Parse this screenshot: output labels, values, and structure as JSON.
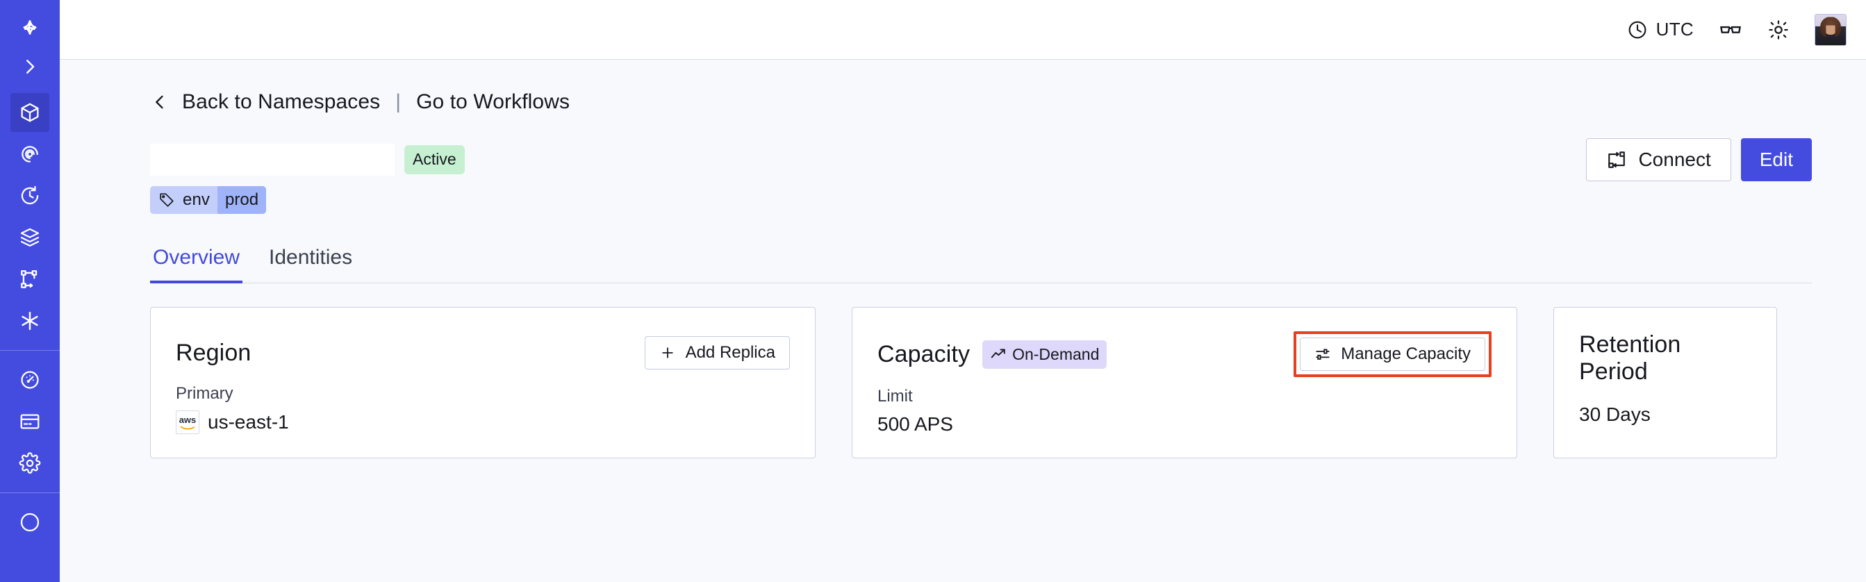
{
  "sidebar": {
    "logo_name": "temporal-logo",
    "items": [
      {
        "name": "expand-chevron-icon",
        "label": "Expand navigation",
        "active": false
      },
      {
        "name": "namespaces-cube-icon",
        "label": "Namespaces",
        "active": true
      },
      {
        "name": "nexus-icon",
        "label": "Nexus",
        "active": false
      },
      {
        "name": "schedules-clock-icon",
        "label": "Schedules",
        "active": false
      },
      {
        "name": "worker-deployments-layers-icon",
        "label": "Worker Deployments",
        "active": false
      },
      {
        "name": "workflows-branch-icon",
        "label": "Workflows",
        "active": false
      },
      {
        "name": "integrations-asterisk-icon",
        "label": "Integrations",
        "active": false
      },
      {
        "name": "usage-gauge-icon",
        "label": "Usage",
        "active": false
      },
      {
        "name": "billing-card-icon",
        "label": "Billing",
        "active": false
      },
      {
        "name": "settings-gear-icon",
        "label": "Settings",
        "active": false
      }
    ]
  },
  "topbar": {
    "timezone": "UTC",
    "clock_icon": "clock-icon",
    "glasses_icon": "glasses-icon",
    "theme_icon": "sun-icon",
    "avatar_name": "user-avatar"
  },
  "breadcrumb": {
    "back_chevron": "chevron-left-icon",
    "back_label": "Back to Namespaces",
    "separator": "|",
    "workflows_label": "Go to Workflows"
  },
  "header": {
    "namespace_title": "",
    "status_badge": "Active",
    "status_badge_color": "#c6f0d1",
    "connect_label": "Connect",
    "connect_icon": "connect-nodes-icon",
    "edit_label": "Edit",
    "edit_color": "#444ce0"
  },
  "tag": {
    "icon": "tag-icon",
    "key": "env",
    "value": "prod"
  },
  "tabs": [
    {
      "label": "Overview",
      "active": true
    },
    {
      "label": "Identities",
      "active": false
    }
  ],
  "cards": {
    "region": {
      "title": "Region",
      "action_label": "Add Replica",
      "action_icon": "plus-icon",
      "label": "Primary",
      "provider_icon": "aws-logo-icon",
      "value": "us-east-1"
    },
    "capacity": {
      "title": "Capacity",
      "badge_label": "On-Demand",
      "badge_icon": "trending-up-icon",
      "badge_color": "#ded8fa",
      "action_label": "Manage Capacity",
      "action_icon": "sliders-icon",
      "action_highlight_color": "#e8401f",
      "label": "Limit",
      "value": "500 APS"
    },
    "retention": {
      "title": "Retention Period",
      "value": "30 Days"
    }
  }
}
